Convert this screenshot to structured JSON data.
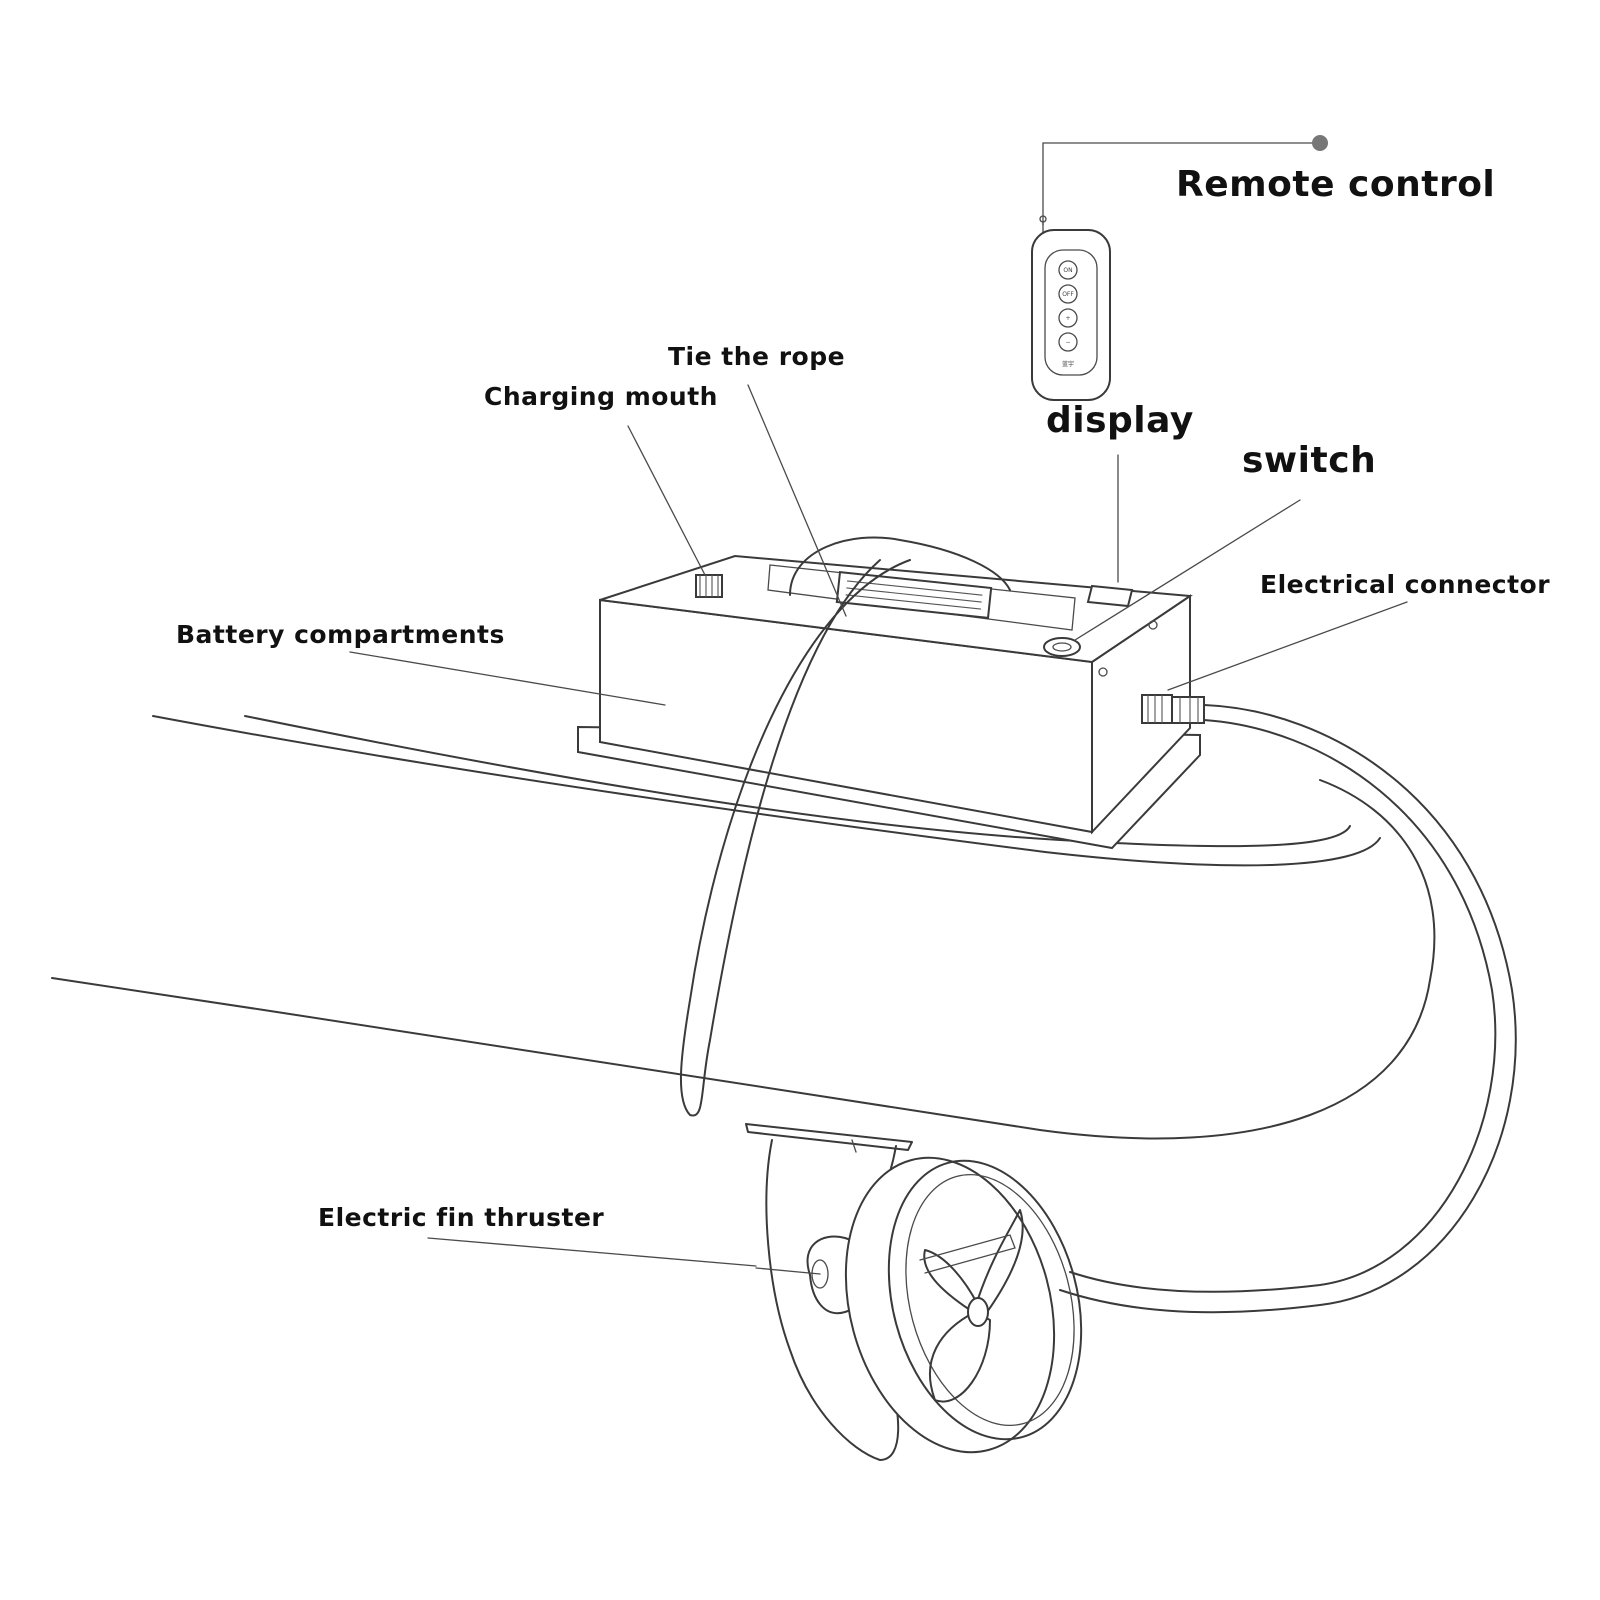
{
  "labels": {
    "remote_control": "Remote control",
    "tie_the_rope": "Tie the rope",
    "charging_mouth": "Charging mouth",
    "display": "display",
    "switch": "switch",
    "electrical_connector": "Electrical connector",
    "battery_compartments": "Battery compartments",
    "electric_fin_thruster": "Electric fin thruster"
  },
  "remote": {
    "buttons": [
      "ON",
      "OFF",
      "+",
      "−"
    ],
    "footer": "蓝宇"
  },
  "colors": {
    "line": "#3a3a3a",
    "text": "#111111",
    "background": "#ffffff"
  }
}
